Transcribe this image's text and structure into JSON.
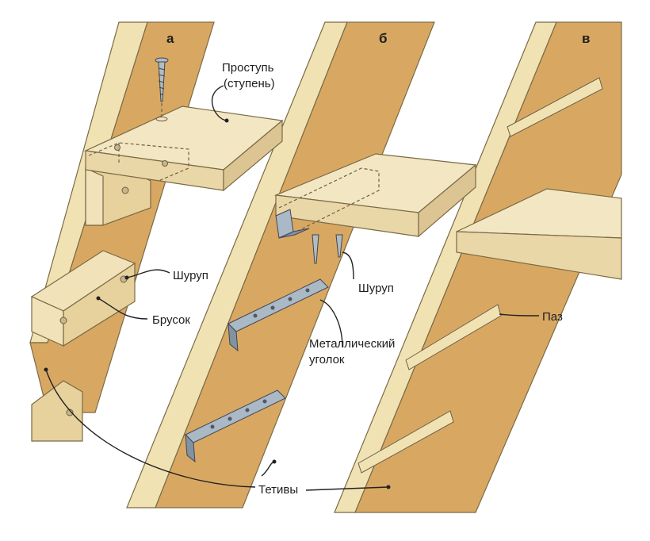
{
  "sections": {
    "a": "а",
    "b": "б",
    "v": "в"
  },
  "labels": {
    "tread_line1": "Проступь",
    "tread_line2": "(ступень)",
    "screw_a": "Шуруп",
    "block": "Брусок",
    "screw_b": "Шуруп",
    "bracket_line1": "Металлический",
    "bracket_line2": "уголок",
    "groove": "Паз",
    "stringers": "Тетивы"
  },
  "colors": {
    "stringer": "#d8a862",
    "stringer_edge": "#f1e2b4",
    "tread_top": "#f3e6c2",
    "tread_front": "#ead7a8",
    "metal": "#a9b9c6",
    "metal_dark": "#7f93a3",
    "leader": "#222222"
  },
  "icons": [
    "screw-icon",
    "metal-bracket-icon",
    "screw-hole-icon"
  ]
}
